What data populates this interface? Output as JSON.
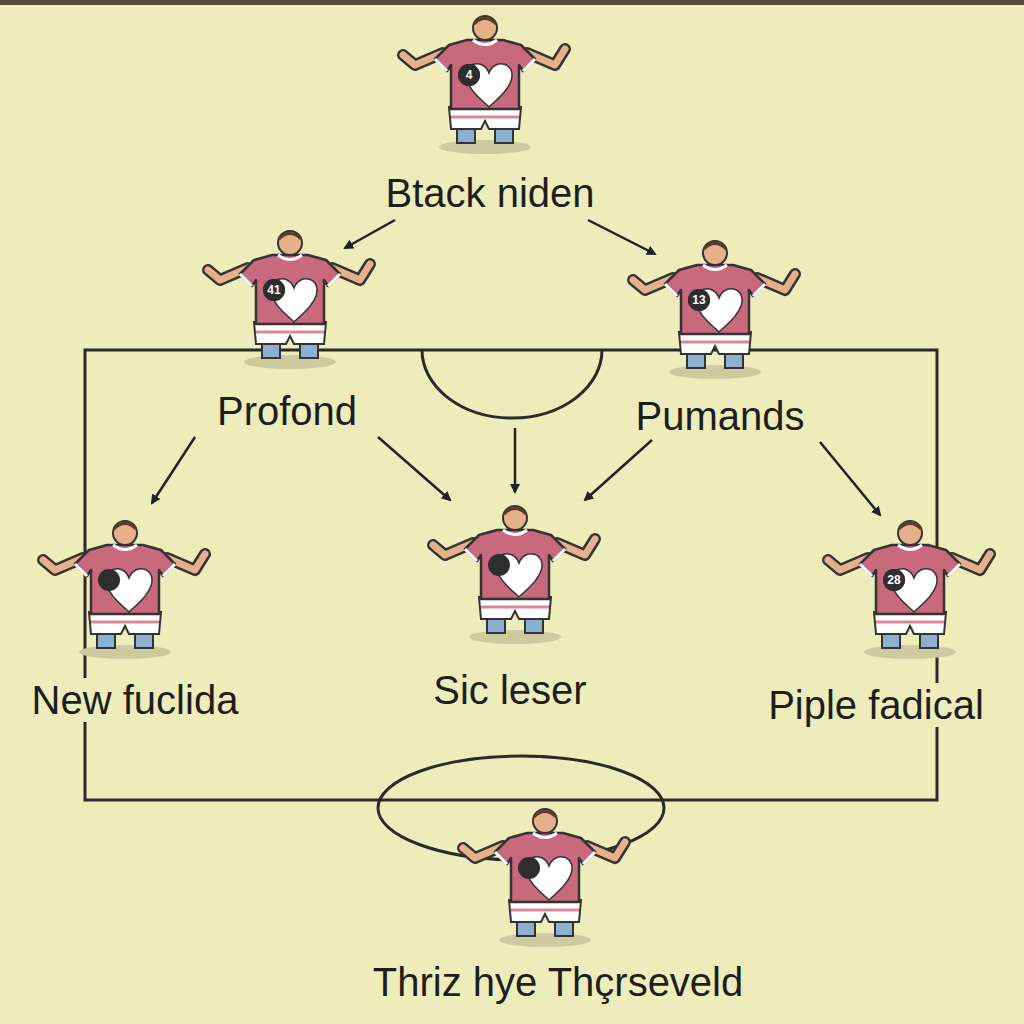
{
  "diagram": {
    "labels": [
      "Btack niden",
      "Profond",
      "Pumands",
      "New fuclida",
      "Sic leser",
      "Piple fadical",
      "Thriz hye Thçrseveld",
      "4",
      "41",
      "13",
      "28"
    ]
  }
}
